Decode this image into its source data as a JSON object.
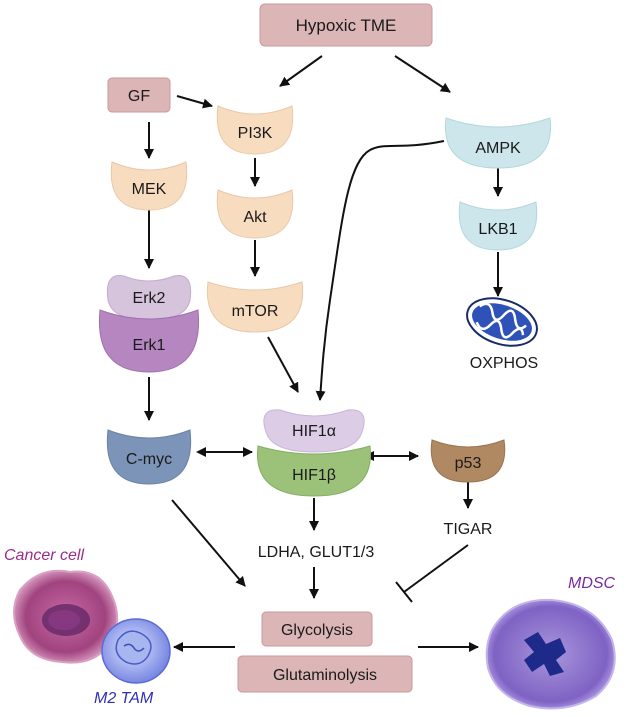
{
  "nodes": {
    "hypoxic_tme": "Hypoxic TME",
    "gf": "GF",
    "pi3k": "PI3K",
    "ampk": "AMPK",
    "mek": "MEK",
    "akt": "Akt",
    "lkb1": "LKB1",
    "erk2": "Erk2",
    "erk1": "Erk1",
    "mtor": "mTOR",
    "oxphos": "OXPHOS",
    "hif1a": "HIF1α",
    "hif1b": "HIF1β",
    "cmyc": "C-myc",
    "p53": "p53",
    "tigar": "TIGAR",
    "ldha": "LDHA, GLUT1/3",
    "glycolysis": "Glycolysis",
    "glutaminolysis": "Glutaminolysis"
  },
  "cells": {
    "cancer": "Cancer cell",
    "m2tam": "M2 TAM",
    "mdsc": "MDSC"
  },
  "colors": {
    "box_pink": "#dcb6b6",
    "peach": "#f8dcc0",
    "light_blue": "#cce6ec",
    "erk2": "#d6c3dc",
    "erk1": "#b586c0",
    "hif1a": "#dccce6",
    "hif1b": "#9cc27a",
    "cmyc": "#7c94b8",
    "p53": "#b08862",
    "cancer_label": "#9b2d8a",
    "tam_label": "#2f2fb4",
    "mdsc_label": "#7a2aa0"
  }
}
